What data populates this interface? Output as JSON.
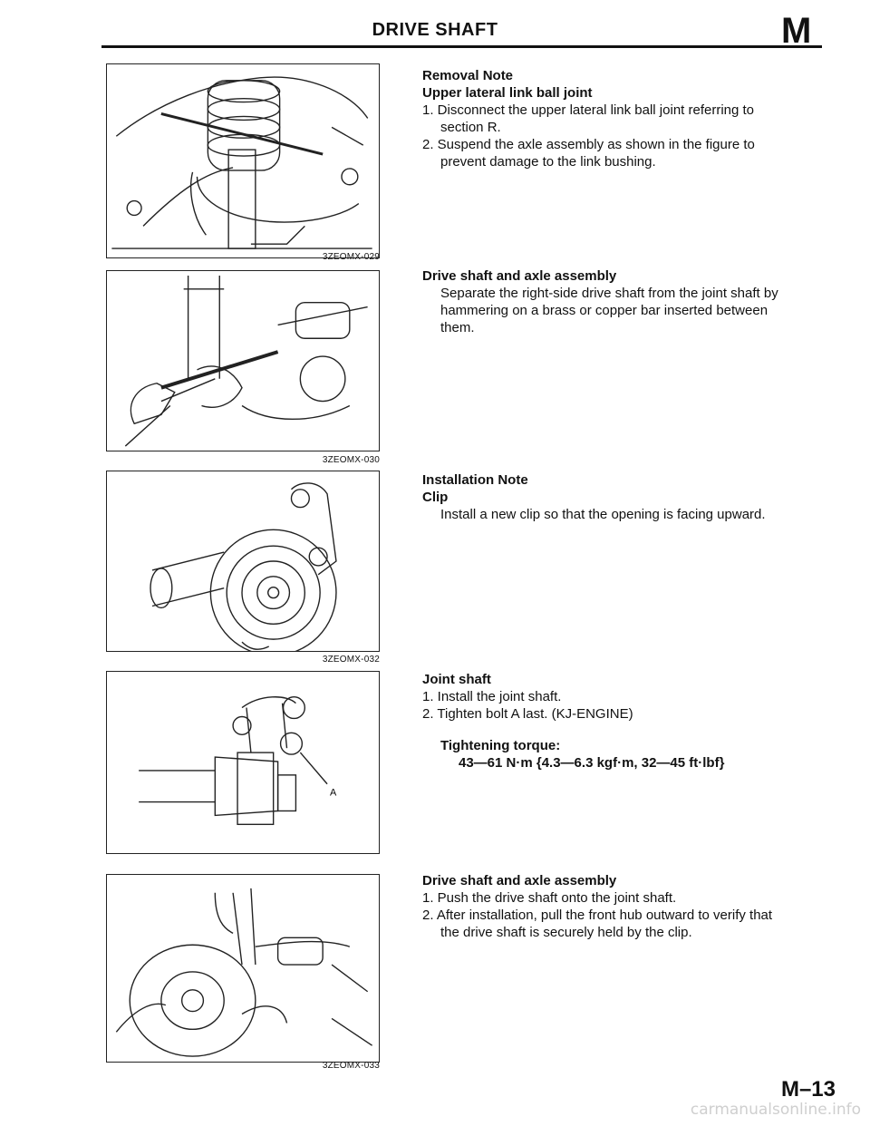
{
  "header": {
    "title": "DRIVE SHAFT",
    "section_letter": "M"
  },
  "figures": [
    {
      "code": "3ZEOMX-029"
    },
    {
      "code": "3ZEOMX-030"
    },
    {
      "code": "3ZEOMX-032"
    },
    {
      "code": "",
      "label_a": "A"
    },
    {
      "code": "3ZEOMX-033"
    }
  ],
  "sections": {
    "removal": {
      "heading": "Removal Note",
      "subheading": "Upper lateral link ball joint",
      "step1a": "1. Disconnect the upper lateral link ball joint referring to",
      "step1b": "section R.",
      "step2a": "2. Suspend the axle assembly as shown in the figure to",
      "step2b": "prevent damage to the link bushing."
    },
    "drive1": {
      "heading": "Drive shaft and axle assembly",
      "l1": "Separate the right-side drive shaft from the joint shaft by",
      "l2": "hammering on a brass or copper bar inserted between",
      "l3": "them."
    },
    "install": {
      "heading": "Installation Note",
      "subheading": "Clip",
      "l1": "Install a new clip so that the opening is facing upward."
    },
    "joint": {
      "heading": "Joint shaft",
      "step1": "1. Install the joint shaft.",
      "step2": "2. Tighten bolt A last. (KJ-ENGINE)",
      "torque_label": "Tightening torque:",
      "torque_value": "43—61 N·m {4.3—6.3 kgf·m, 32—45 ft·lbf}"
    },
    "drive2": {
      "heading": "Drive shaft and axle assembly",
      "step1": "1. Push the drive shaft onto the joint shaft.",
      "step2a": "2. After installation, pull the front hub outward to verify that",
      "step2b": "the drive shaft is securely held by the clip."
    }
  },
  "page_number": "M–13",
  "watermark": "carmanualsonline.info"
}
